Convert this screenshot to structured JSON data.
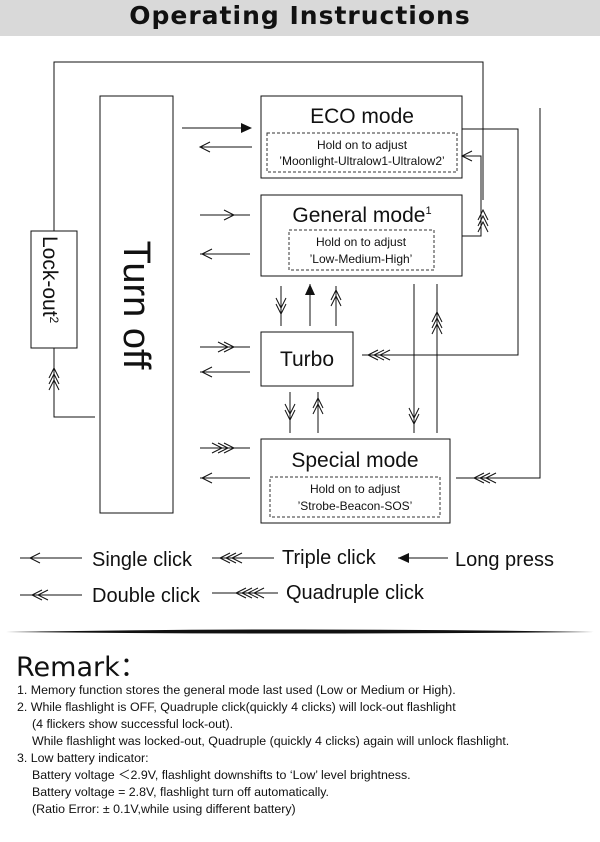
{
  "title": "Operating Instructions",
  "diagram": {
    "turn_off": "Turn off",
    "lockout": {
      "label": "Lock-out",
      "sup": "2"
    },
    "eco": {
      "title": "ECO mode",
      "hold_label": "Hold on to adjust",
      "hold_value": "’Moonlight-Ultralow1-Ultralow2’"
    },
    "general": {
      "title": "General mode",
      "sup": "1",
      "hold_label": "Hold on to adjust",
      "hold_value": "’Low-Medium-High’"
    },
    "turbo": {
      "title": "Turbo"
    },
    "special": {
      "title": "Special mode",
      "hold_label": "Hold on to adjust",
      "hold_value": "’Strobe-Beacon-SOS’"
    }
  },
  "legend": {
    "single": "Single click",
    "triple": "Triple click",
    "long": "Long press",
    "double": "Double click",
    "quadruple": "Quadruple click"
  },
  "remark": {
    "title": "Remark：",
    "lines": [
      "1. Memory function stores the general mode last used (Low or Medium or High).",
      "2. While flashlight is OFF, Quadruple click(quickly 4 clicks) will lock-out flashlight",
      "(4 flickers show successful lock-out).",
      "While flashlight was locked-out, Quadruple (quickly 4 clicks) again will unlock flashlight.",
      "3. Low battery indicator:",
      "Battery voltage ＜2.9V, flashlight downshifts to ‘Low’ level brightness.",
      "Battery voltage = 2.8V, flashlight turn off automatically.",
      "(Ratio Error: ± 0.1V,while using different battery)"
    ]
  }
}
